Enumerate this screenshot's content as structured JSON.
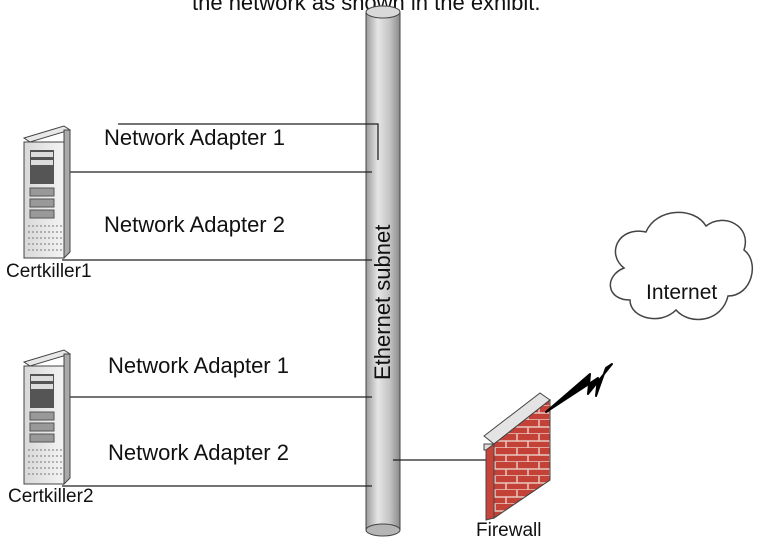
{
  "header": {
    "text": "the network as shown in the exhibit."
  },
  "backbone": {
    "label": "Ethernet subnet"
  },
  "servers": [
    {
      "name": "Certkiller1",
      "adapters": [
        "Network Adapter 1",
        "Network Adapter 2"
      ]
    },
    {
      "name": "Certkiller2",
      "adapters": [
        "Network Adapter 1",
        "Network Adapter 2"
      ]
    }
  ],
  "firewall": {
    "label": "Firewall"
  },
  "cloud": {
    "label": "Internet"
  },
  "colors": {
    "brick": "#c8433a",
    "mortar": "#f0d8d0",
    "cylinder": "#c7c7c7"
  }
}
